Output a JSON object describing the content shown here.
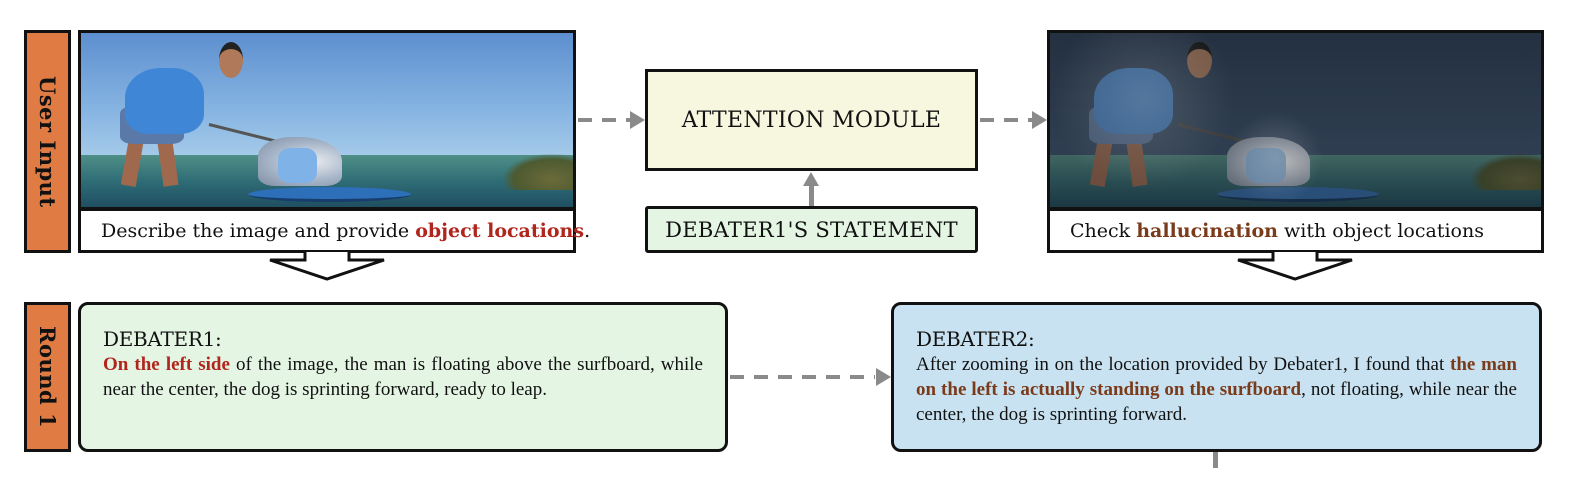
{
  "row_labels": {
    "user_input": "User Input",
    "round1": "Round 1"
  },
  "input_caption": {
    "prefix": "Describe the image and provide ",
    "highlight": "object locations",
    "suffix": "."
  },
  "attention_module": {
    "label": "ATTENTION MODULE"
  },
  "debater1_statement": {
    "label": "DEBATER1'S STATEMENT"
  },
  "output_caption": {
    "prefix": "Check ",
    "highlight": "hallucination",
    "suffix": " with object locations"
  },
  "images": {
    "original": "man-and-dog-surfing-photo",
    "attended": "man-and-dog-surfing-photo-attention-highlighted"
  },
  "debater1": {
    "title": "DEBATER1:",
    "highlight": "On the left side",
    "text": " of the image, the man is floating above the surfboard, while near the center, the dog is sprinting forward, ready to leap."
  },
  "debater2": {
    "title": "DEBATER2:",
    "prefix": "After zooming in on the location provided by Debater1, I found that ",
    "highlight": "the man on the left is actually standing on the surfboard",
    "suffix": ", not floating, while near the center, the dog is sprinting forward."
  },
  "colors": {
    "row_label_bg": "#e07b43",
    "highlight_red": "#b0261d",
    "highlight_brown": "#7a3b1b",
    "attention_bg": "#f7f7e0",
    "debater1_bg": "#e4f5e4",
    "debater2_bg": "#c9e2f1",
    "arrow_gray": "#8a8a8a"
  }
}
